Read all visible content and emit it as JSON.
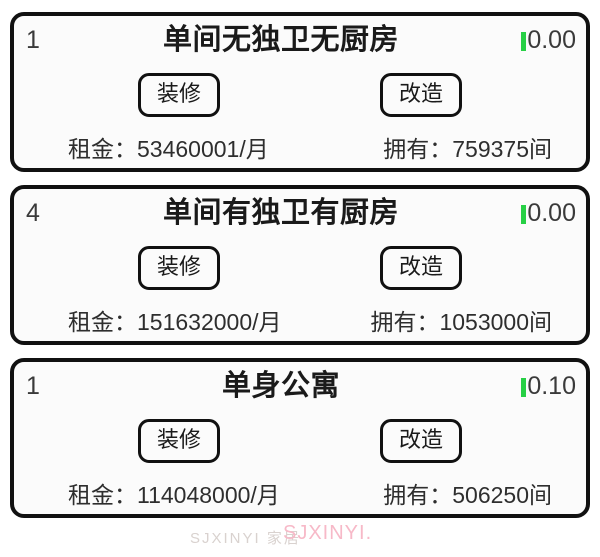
{
  "app": {
    "background": "#ffffff",
    "accent_green": "#27d045",
    "border_color": "#111111"
  },
  "labels": {
    "rent_prefix": "租金：",
    "rent_suffix": "/月",
    "owned_prefix": "拥有：",
    "owned_suffix": "间",
    "decorate_button": "装修",
    "remodel_button": "改造",
    "trend_icon": "up-arrow-icon"
  },
  "cards": [
    {
      "index": "1",
      "title": "单间无独卫无厨房",
      "rate": "0.00",
      "trend": "up",
      "decorate_label": "装修",
      "remodel_label": "改造",
      "rent_text": "租金：53460001/月",
      "rent_value": "53460001",
      "owned_text": "拥有：759375间",
      "owned_value": "759375"
    },
    {
      "index": "4",
      "title": "单间有独卫有厨房",
      "rate": "0.00",
      "trend": "up",
      "decorate_label": "装修",
      "remodel_label": "改造",
      "rent_text": "租金：151632000/月",
      "rent_value": "151632000",
      "owned_text": "拥有：1053000间",
      "owned_value": "1053000"
    },
    {
      "index": "1",
      "title": "单身公寓",
      "rate": "0.10",
      "trend": "up",
      "decorate_label": "装修",
      "remodel_label": "改造",
      "rent_text": "租金：114048000/月",
      "rent_value": "114048000",
      "owned_text": "拥有：506250间",
      "owned_value": "506250"
    }
  ],
  "watermark": {
    "pink_text": "SJXINYI.",
    "gray_text": "SJXINYI 家居"
  }
}
